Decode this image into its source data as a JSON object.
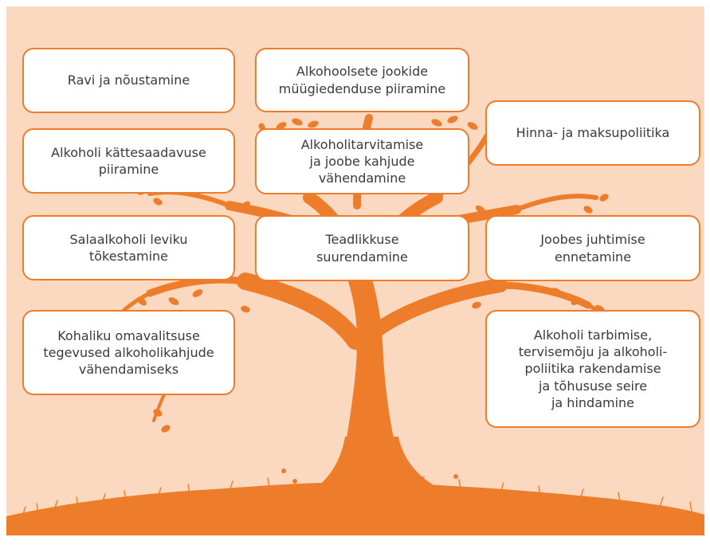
{
  "colors": {
    "background": "#fbd9c0",
    "tree": "#ee7d2b",
    "box_border": "#ee7d2b",
    "box_fill": "#ffffff",
    "text": "#3a3a3a"
  },
  "boxes": [
    {
      "id": "b1",
      "text": "Ravi ja nõustamine"
    },
    {
      "id": "b2",
      "text": "Alkohoolsete jookide\nmüügiedenduse piiramine"
    },
    {
      "id": "b3",
      "text": "Hinna- ja maksupoliitika"
    },
    {
      "id": "b4",
      "text": "Alkoholi kättesaadavuse\npiiramine"
    },
    {
      "id": "b5",
      "text": "Alkoholitarvitamise\nja joobe kahjude\nvähendamine"
    },
    {
      "id": "b6",
      "text": "Salaalkoholi leviku\ntõkestamine"
    },
    {
      "id": "b7",
      "text": "Teadlikkuse\nsuurendamine"
    },
    {
      "id": "b8",
      "text": "Joobes juhtimise\nennetamine"
    },
    {
      "id": "b9",
      "text": "Kohaliku omavalitsuse\ntegevused alkoholikahjude\nvähendamiseks"
    },
    {
      "id": "b10",
      "text": "Alkoholi tarbimise,\ntervisemõju ja alkoholi-\npoliitika rakendamise\nja tõhususe seire\nja hindamine"
    }
  ]
}
